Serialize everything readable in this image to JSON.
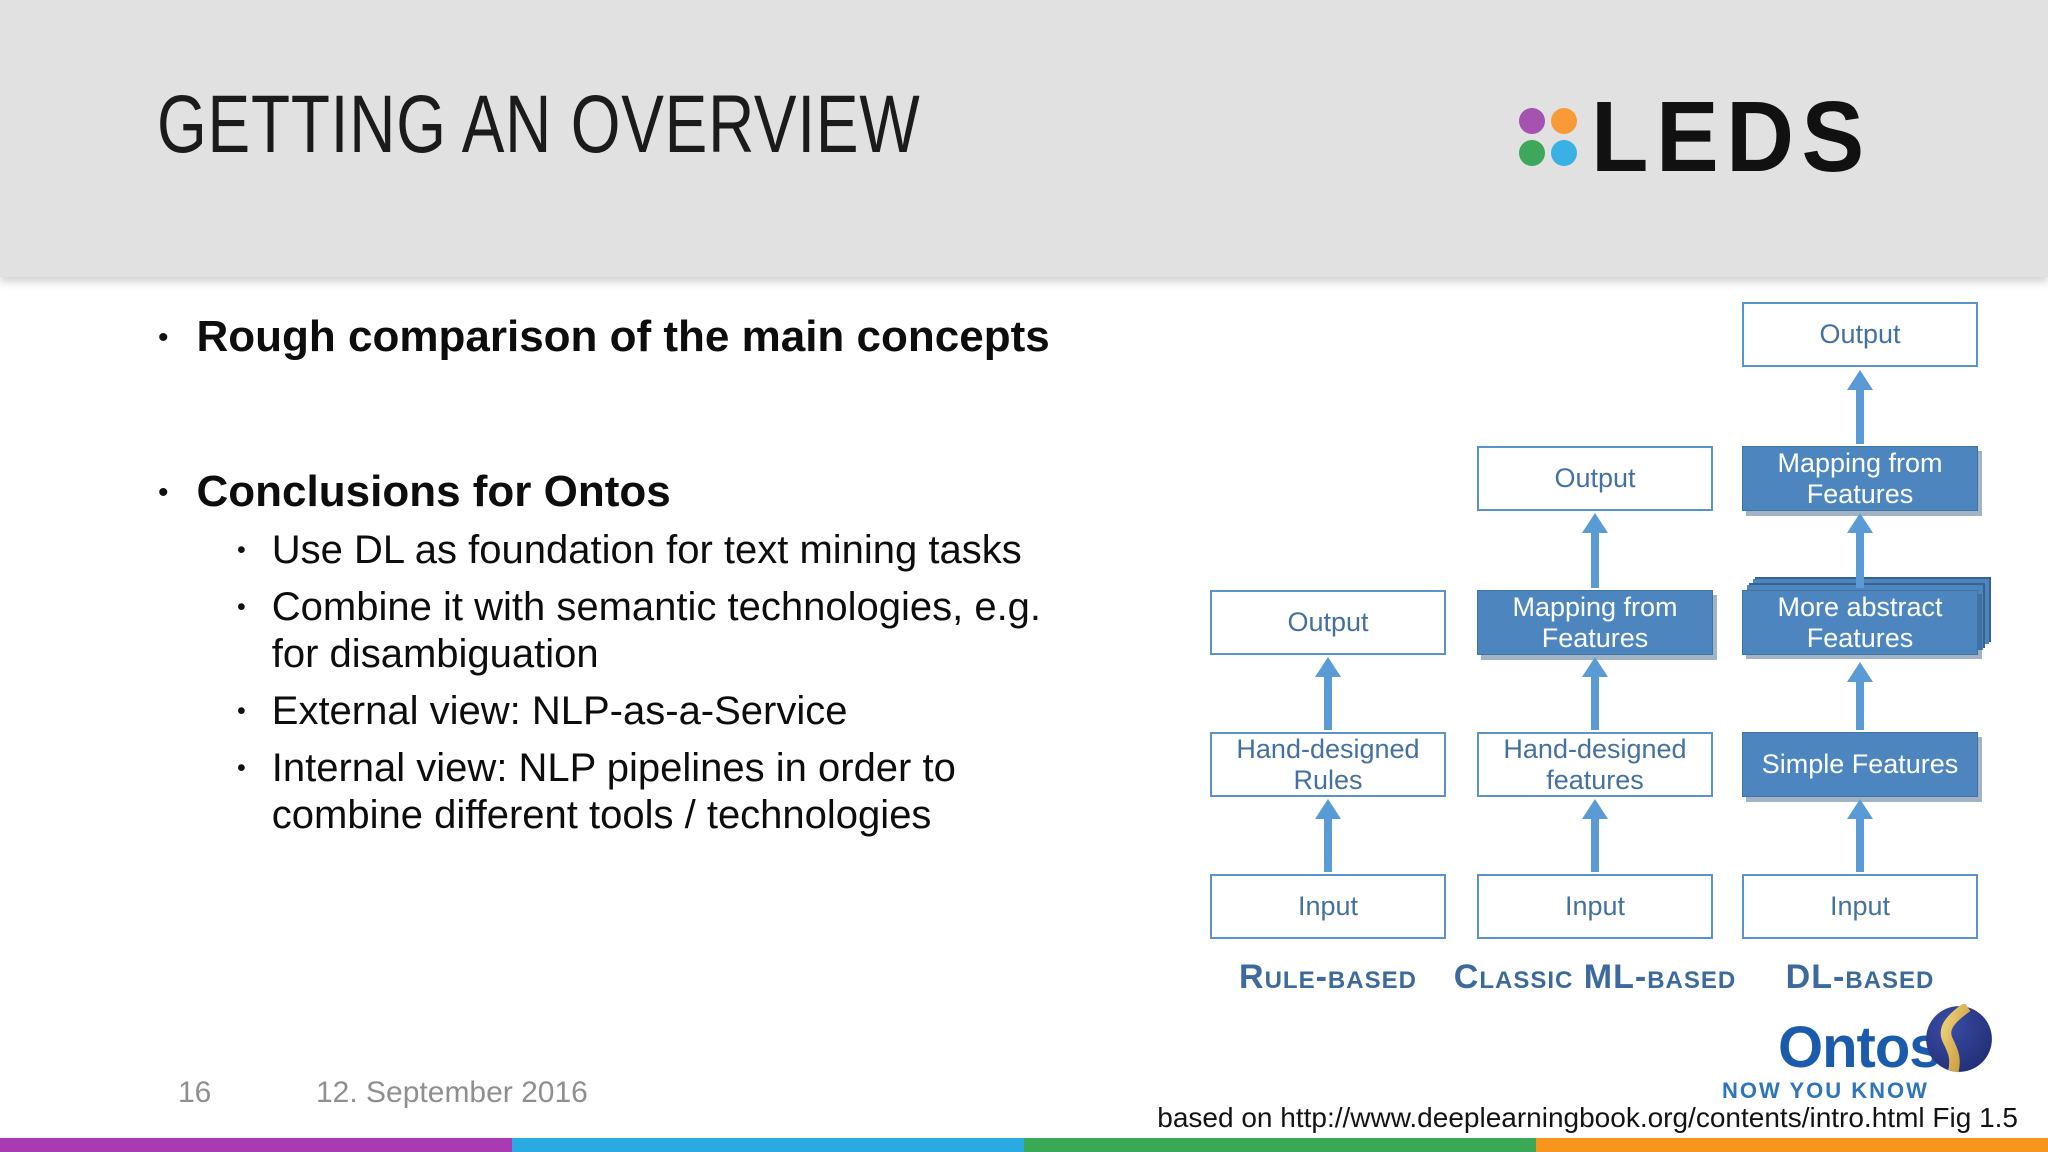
{
  "slide": {
    "title": "GETTING AN OVERVIEW",
    "marker": "•"
  },
  "leds_logo": {
    "text": "LEDS",
    "dot_colors": {
      "top_left": "#a552b0",
      "top_right": "#f89a38",
      "bottom_left": "#3da75c",
      "bottom_right": "#39b1e4"
    }
  },
  "bullets": {
    "item1": "Rough comparison of the main concepts",
    "item2": "Conclusions for Ontos",
    "sub": [
      "Use DL as foundation for text mining tasks",
      "Combine it with semantic technologies, e.g.\nfor disambiguation",
      "External view: NLP-as-a-Service",
      "Internal view: NLP pipelines in order to\ncombine different tools / technologies"
    ]
  },
  "diagram": {
    "columns": [
      {
        "label": "Rule-based",
        "boxes": [
          {
            "text": "Output",
            "style": "outline"
          },
          {
            "text": "Hand-designed\nRules",
            "style": "outline"
          },
          {
            "text": "Input",
            "style": "outline"
          }
        ]
      },
      {
        "label": "Classic ML-based",
        "boxes": [
          {
            "text": "Output",
            "style": "outline"
          },
          {
            "text": "Mapping from\nFeatures",
            "style": "filled"
          },
          {
            "text": "Hand-designed\nfeatures",
            "style": "outline"
          },
          {
            "text": "Input",
            "style": "outline"
          }
        ]
      },
      {
        "label": "DL-based",
        "boxes": [
          {
            "text": "Output",
            "style": "outline"
          },
          {
            "text": "Mapping from\nFeatures",
            "style": "filled"
          },
          {
            "text": "More abstract\nFeatures",
            "style": "filled-stack"
          },
          {
            "text": "Simple Features",
            "style": "filled"
          },
          {
            "text": "Input",
            "style": "outline"
          }
        ]
      }
    ],
    "colors": {
      "box_fill_blue": "#4d86bf",
      "box_border_blue": "#5b93c8",
      "box_text_blue": "#44719f",
      "arrow_blue": "#5b9bd5",
      "label_blue": "#3c6a9c"
    }
  },
  "ontos_logo": {
    "name": "Ontos",
    "tagline": "NOW YOU KNOW",
    "brand_blue": "#1a5cab"
  },
  "footer": {
    "page_number": "16",
    "date": "12. September 2016",
    "attribution": "based on http://www.deeplearningbook.org/contents/intro.html Fig 1.5"
  },
  "theme": {
    "header_gray": "#e1e1e1",
    "stripe_colors": [
      "#a93ab1",
      "#29abe2",
      "#3aa854",
      "#f8951d"
    ]
  }
}
